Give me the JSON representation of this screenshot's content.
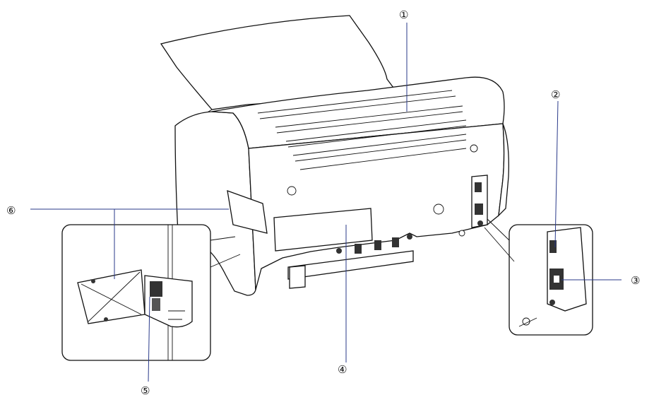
{
  "diagram": {
    "callouts": [
      {
        "id": "1",
        "label": "①"
      },
      {
        "id": "2",
        "label": "②"
      },
      {
        "id": "3",
        "label": "③"
      },
      {
        "id": "4",
        "label": "④"
      },
      {
        "id": "5",
        "label": "⑤"
      },
      {
        "id": "6",
        "label": "⑥"
      }
    ]
  },
  "colors": {
    "leader_line": "#2a3a8a",
    "outline": "#111111",
    "body_fill": "#ffffff",
    "dark_port": "#333333"
  },
  "icons": [
    "printer-rear-illustration",
    "usb-port-detail",
    "power-socket-detail"
  ]
}
